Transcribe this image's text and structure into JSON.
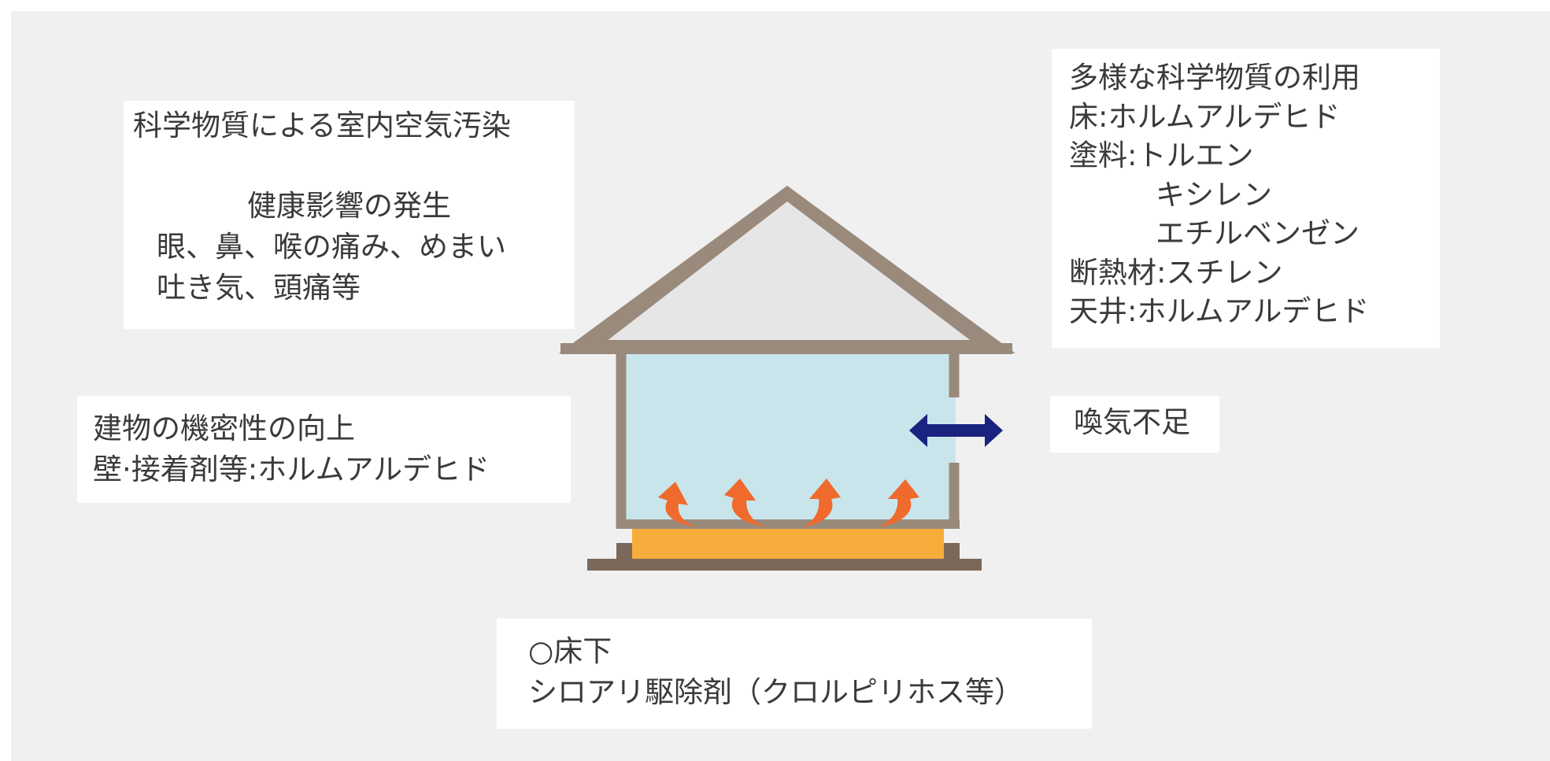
{
  "health_box": {
    "title": "科学物質による室内空気汚染",
    "subtitle": "健康影響の発生",
    "line1": "眼、鼻、喉の痛み、めまい",
    "line2": "吐き気、頭痛等"
  },
  "chemicals_box": {
    "title": "多様な科学物質の利用",
    "floor": "床:ホルムアルデヒド",
    "paint": "塗料:トルエン",
    "paint2": "キシレン",
    "paint3": "エチルベンゼン",
    "insulation": "断熱材:スチレン",
    "ceiling": "天井:ホルムアルデヒド"
  },
  "airtight_box": {
    "title": "建物の機密性の向上",
    "line1": "壁·接着剤等:ホルムアルデヒド"
  },
  "ventilation_box": {
    "label": "喚気不足"
  },
  "underfloor_box": {
    "title": "○床下",
    "line1": "シロアリ駆除剤（クロルピリホス等）"
  },
  "colors": {
    "background": "#f0f0f0",
    "house_outline": "#9a8a7c",
    "roof_fill": "#e6e6e6",
    "room_fill": "#c9e5ec",
    "floor_slab": "#f7ad3b",
    "foundation": "#7a685a",
    "emission_arrows": "#ef6a2c",
    "ventilation_arrow": "#1a237e"
  }
}
